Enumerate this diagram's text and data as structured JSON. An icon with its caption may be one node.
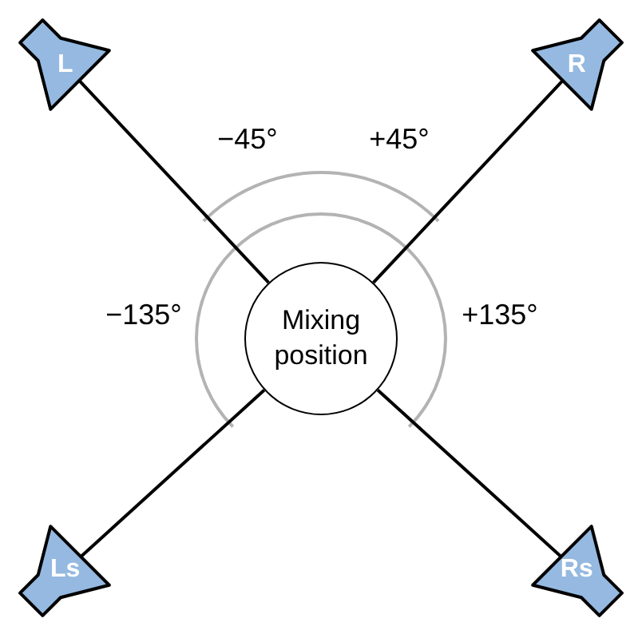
{
  "diagram": {
    "nodes": [
      {
        "text": [
          "Mixing position"
        ]
      },
      {
        "text": [
          "L"
        ]
      },
      {
        "text": [
          "R"
        ]
      },
      {
        "text": [
          "Ls"
        ]
      },
      {
        "text": [
          "Rs"
        ]
      }
    ],
    "edges": [
      {
        "from": 0,
        "to": 1,
        "arrow": "none"
      },
      {
        "from": 0,
        "to": 2,
        "arrow": "none"
      },
      {
        "from": 0,
        "to": 3,
        "arrow": "none"
      },
      {
        "from": 0,
        "to": 4,
        "arrow": "none"
      }
    ],
    "labels": [
      "−45°",
      "+45°",
      "−135°",
      "+135°"
    ]
  }
}
